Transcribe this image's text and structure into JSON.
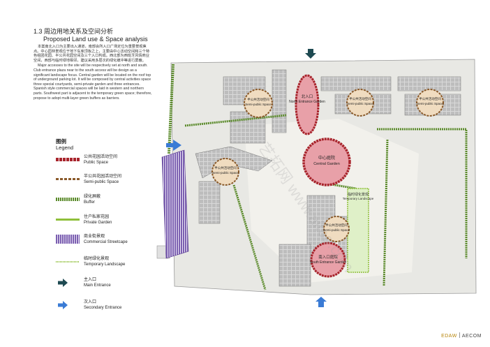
{
  "heading": {
    "cn": "1.3 周边用地关系及空间分析",
    "en": "Proposed Land use & Space analysis"
  },
  "description": {
    "cn": "本案南北入口为主要出入通道，南部会所入口广场定位为重要景观焦点。中心园林景观位于地下车库顶板之上，主要由中心活动空间和三个特色组团花园、半公共花园空间及三个入口构成。西北部为西班牙风情商业空间，西部与临时绿地相邻，建议采用多层次的绿化缓冲等进行屏蔽。",
    "en": "Major accesses to the site will be respectively set at north and south. Club entrance plaza near to the south access will be design as a significant landscape focus. Central garden will be located on the roof top of underground parking lot. It will be composed by central activities space three special courtyards, semi-private garden and three entrances. Spanish style commercial spaces will be laid in western and northern parts. Southwest part is adjacent to the temporary green space; therefore, propose to adopt multi-layer green buffers as barriers."
  },
  "legend": {
    "title_cn": "图例",
    "title_en": "Legend",
    "items": [
      {
        "cn": "公共花园活动空间",
        "en": "Public Space",
        "color": "#a8242c"
      },
      {
        "cn": "半公共花园活动空间",
        "en": "Semi-public Space",
        "color": "#8a5a2a"
      },
      {
        "cn": "绿化屏蔽",
        "en": "Buffer",
        "color": "#5a8a2a"
      },
      {
        "cn": "住户私家花园",
        "en": "Private Garden",
        "color": "#8fbf3a"
      },
      {
        "cn": "商业街景观",
        "en": "Commercial Streetcape",
        "color": "#7b5fb0"
      },
      {
        "cn": "临时绿化景观",
        "en": "Temporary Landscape",
        "color": "#8fbf3a"
      },
      {
        "cn": "主入口",
        "en": "Main Entrance",
        "color": "#1e4a52"
      },
      {
        "cn": "次入口",
        "en": "Secondary Entrance",
        "color": "#3a7bd5"
      }
    ]
  },
  "map": {
    "public": [
      {
        "cn": "北入口",
        "en": "North Entrance Garden"
      },
      {
        "cn": "中心庭院",
        "en": "Central Garden"
      },
      {
        "cn": "南入口庭院",
        "en": "South Entrance Garden"
      }
    ],
    "semi_cn": "半公共活动空间",
    "semi_en": "Semi-public Space",
    "temp_cn": "临时绿化景观",
    "temp_en": "Temporary Landscape"
  },
  "footer": {
    "brand1": "EDAW",
    "brand2": "AECOM"
  },
  "watermark": "艺拓网 www.aitoo.com"
}
